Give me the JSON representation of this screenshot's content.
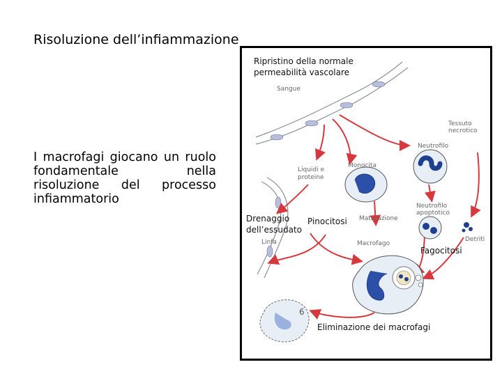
{
  "slide": {
    "title": "Risoluzione dell’infiammazione",
    "body": "I macrofagi giocano un ruolo fondamentale nella risoluzione del processo infiammatorio"
  },
  "figure": {
    "top_label_line1": "Ripristino della normale",
    "top_label_line2": "permeabilità vascolare",
    "drenaggio_line1": "Drenaggio",
    "drenaggio_line2": "dell’essudato",
    "pinocitosi": "Pinocitosi",
    "fagocitosi": "Fagocitosi",
    "eliminazione": "Eliminazione dei macrofagi",
    "sangue": "Sangue",
    "tessuto_line1": "Tessuto",
    "tessuto_line2": "necrotico",
    "neutrofilo": "Neutrofilo",
    "liquidi_line1": "Liquidi e",
    "liquidi_line2": "proteine",
    "monocita": "Monocita",
    "neutrofilo_apo_line1": "Neutrofilo",
    "neutrofilo_apo_line2": "apoptotico",
    "maturazione": "Maturazione",
    "detriti": "Detriti",
    "linfa": "Linfa",
    "macrofago": "Macrofago",
    "number_6": "6"
  },
  "colors": {
    "arrow": "#d7383d",
    "cell_fill": "#e8eef6",
    "nucleus": "#1f3f8f",
    "vessel": "#e3ded6"
  }
}
